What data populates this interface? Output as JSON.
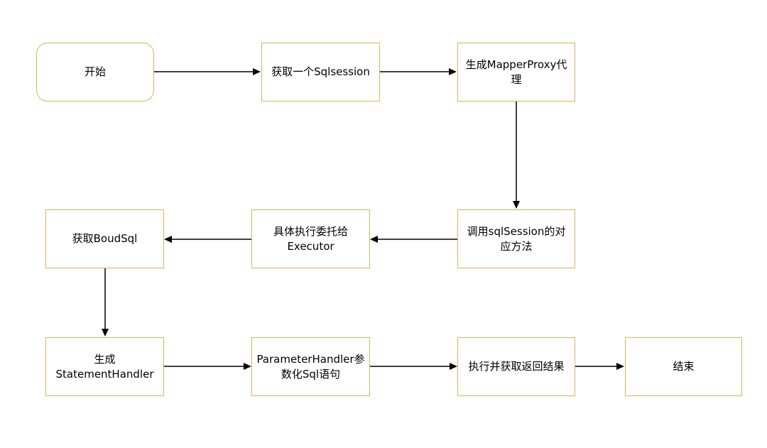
{
  "diagram": {
    "nodes": {
      "start": "开始",
      "get_session": "获取一个Sqlsession",
      "gen_proxy": "生成MapperProxy代\n理",
      "call_method": "调用sqlSession的对\n应方法",
      "executor": "具体执行委托给\nExecutor",
      "bound_sql": "获取BoudSql",
      "stmt_handler": "生成\nStatementHandler",
      "param_handler": "ParameterHandler参\n数化Sql语句",
      "exec_result": "执行并获取返回结果",
      "end": "结束"
    },
    "edges": [
      {
        "from": "start",
        "to": "get_session"
      },
      {
        "from": "get_session",
        "to": "gen_proxy"
      },
      {
        "from": "gen_proxy",
        "to": "call_method"
      },
      {
        "from": "call_method",
        "to": "executor"
      },
      {
        "from": "executor",
        "to": "bound_sql"
      },
      {
        "from": "bound_sql",
        "to": "stmt_handler"
      },
      {
        "from": "stmt_handler",
        "to": "param_handler"
      },
      {
        "from": "param_handler",
        "to": "exec_result"
      },
      {
        "from": "exec_result",
        "to": "end"
      }
    ],
    "colors": {
      "node_border": "#d6b656",
      "node_fill": "#ffffff",
      "edge": "#000000"
    }
  }
}
